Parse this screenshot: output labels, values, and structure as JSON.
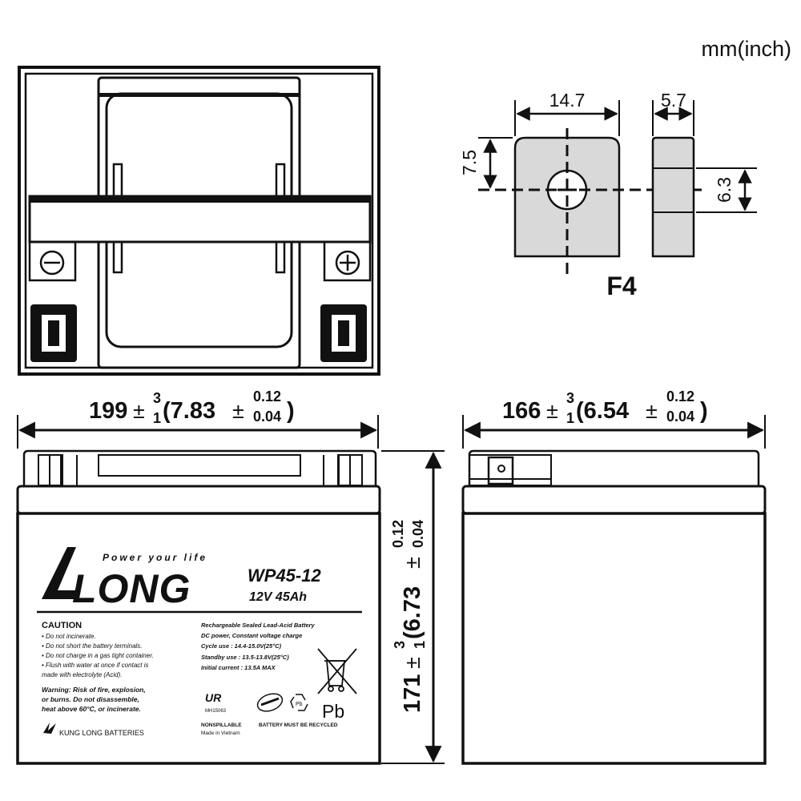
{
  "units": "mm(inch)",
  "terminal": {
    "width": "14.7",
    "thickness": "5.7",
    "hole_offset": "7.5",
    "side_offset": "6.3",
    "name": "F4"
  },
  "dimensions": {
    "length": {
      "base": "199",
      "tol_up": "3",
      "tol_dn": "1",
      "open": "(7.83",
      "itol_up": "0.12",
      "itol_dn": "0.04",
      "close": ")"
    },
    "width": {
      "base": "166",
      "tol_up": "3",
      "tol_dn": "1",
      "open": "(6.54",
      "itol_up": "0.12",
      "itol_dn": "0.04",
      "close": ")"
    },
    "height": {
      "base": "171",
      "tol_up": "3",
      "tol_dn": "1",
      "open": "(6.73",
      "itol_up": "0.12",
      "itol_dn": "0.04"
    },
    "pm": "±"
  },
  "label": {
    "tagline": "Power your life",
    "brand": "LONG",
    "model": "WP45-12",
    "rating": "12V 45Ah",
    "caution_title": "CAUTION",
    "caution_items": [
      "• Do not incinerate.",
      "• Do not short the battery terminals.",
      "• Do not charge in a gas tight container.",
      "• Flush with water at once if contact is",
      "   made with electrolyte (Acid)."
    ],
    "warning_lines": [
      "Warning: Risk of fire, explosion,",
      "or burns. Do not disassemble,",
      "heat above 60°C, or incinerate."
    ],
    "maker": "KUNG LONG BATTERIES",
    "spec_lines": [
      "Rechargeable Sealed Lead-Acid Battery",
      "DC power, Constant voltage charge",
      "Cycle   use : 14.4-15.0V(25°C)",
      "Standby use : 13.5-13.8V(25°C)",
      "Initial current : 13.5A MAX"
    ],
    "ul_code": "MH15063",
    "pb": "Pb",
    "bottom_left": "NONSPILLABLE",
    "bottom_right": "BATTERY MUST BE RECYCLED",
    "made_in": "Made in Vietnam"
  }
}
